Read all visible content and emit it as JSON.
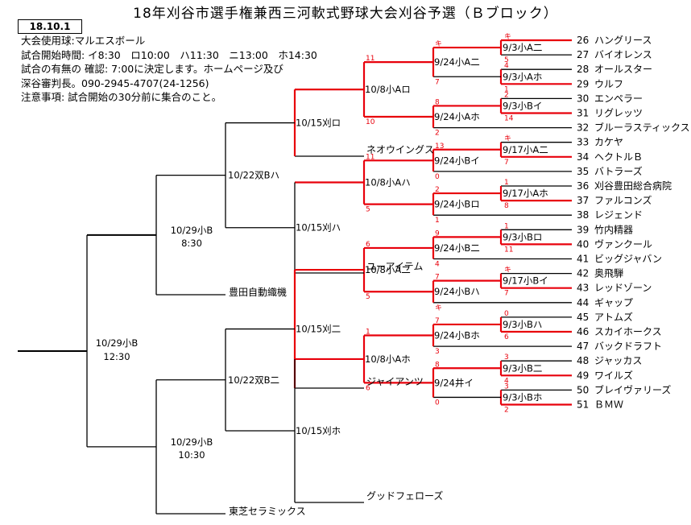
{
  "title": "18年刈谷市選手権兼西三河軟式野球大会刈谷予選（Ｂブロック）",
  "date_box": "18.10.1",
  "notes": [
    "大会使用球:マルエスボール",
    "試合開始時間: イ8:30　ロ10:00　ハ11:30　ニ13:00　ホ14:30",
    "試合の有無の 確認: 7:00に決定します。ホームページ及び",
    "深谷審判長。090-2945-4707(24-1256)",
    "注意事項: 試合開始の30分前に集合のこと。"
  ],
  "teams": [
    {
      "num": "26",
      "name": "ハングリース"
    },
    {
      "num": "27",
      "name": "バイオレンス"
    },
    {
      "num": "28",
      "name": "オールスター"
    },
    {
      "num": "29",
      "name": "ウルフ"
    },
    {
      "num": "30",
      "name": "エンペラー"
    },
    {
      "num": "31",
      "name": "リグレッツ"
    },
    {
      "num": "32",
      "name": "ブルーラスティックス"
    },
    {
      "num": "33",
      "name": "カケヤ"
    },
    {
      "num": "34",
      "name": "ヘクトルＢ"
    },
    {
      "num": "35",
      "name": "バトラーズ"
    },
    {
      "num": "36",
      "name": "刈谷豊田総合病院"
    },
    {
      "num": "37",
      "name": "ファルコンズ"
    },
    {
      "num": "38",
      "name": "レジェンド"
    },
    {
      "num": "39",
      "name": "竹内精器"
    },
    {
      "num": "40",
      "name": "ヴァンクール"
    },
    {
      "num": "41",
      "name": "ビッグジャバン"
    },
    {
      "num": "42",
      "name": "奥飛騨"
    },
    {
      "num": "43",
      "name": "レッドゾーン"
    },
    {
      "num": "44",
      "name": "ギャップ"
    },
    {
      "num": "45",
      "name": "アトムズ"
    },
    {
      "num": "46",
      "name": "スカイホークス"
    },
    {
      "num": "47",
      "name": "バックドラフト"
    },
    {
      "num": "48",
      "name": "ジャッカス"
    },
    {
      "num": "49",
      "name": "ワイルズ"
    },
    {
      "num": "50",
      "name": "ブレイヴァリーズ"
    },
    {
      "num": "51",
      "name": "ＢＭＷ"
    }
  ],
  "seeds": [
    "ネオウイングス",
    "ユーアイテム",
    "ジャイアンツ",
    "グッドフェローズ",
    "豊田自動織機",
    "東芝セラミックス"
  ],
  "games": {
    "r1": [
      "9/3小A二",
      "9/3小Aホ",
      "9/3小Bイ",
      "9/17小A二",
      "9/17小Aホ",
      "9/3小Bロ",
      "9/17小Bイ",
      "9/3小Bハ",
      "9/3小B二",
      "9/3小Bホ"
    ],
    "r2": [
      "9/24小A二",
      "9/24小Aホ",
      "9/24小Bイ",
      "9/24小Bロ",
      "9/24小B二",
      "9/24小Bハ",
      "9/24小Bホ",
      "9/24井イ"
    ],
    "r3": [
      "10/8小Aロ",
      "10/8小Aハ",
      "10/8小A二",
      "10/8小Aホ"
    ],
    "r4": [
      "10/15刈ロ",
      "10/15刈ハ",
      "10/15刈二",
      "10/15刈ホ"
    ],
    "r5": [
      "10/22双Bハ",
      "10/22双B二"
    ],
    "r6": [
      "10/29小B",
      "8:30",
      "10/29小B",
      "10:30"
    ],
    "final": [
      "10/29小B",
      "12:30"
    ]
  },
  "scores": {
    "r1": [
      [
        "キ",
        "5"
      ],
      [
        "4",
        "1"
      ],
      [
        "2",
        "14"
      ],
      [
        "キ",
        "7"
      ],
      [
        "1",
        "8"
      ],
      [
        "1",
        "11"
      ],
      [
        "キ",
        "7"
      ],
      [
        "0",
        "6"
      ],
      [
        "3",
        "4"
      ],
      [
        "3",
        "2"
      ]
    ],
    "r2": [
      [
        "キ",
        "7"
      ],
      [
        "8",
        "2"
      ],
      [
        "13",
        "0"
      ],
      [
        "2",
        "1"
      ],
      [
        "9",
        "4"
      ],
      [
        "7",
        "キ"
      ],
      [
        "7",
        "3"
      ],
      [
        "8",
        "0"
      ]
    ],
    "r3": [
      [
        "11",
        "10"
      ],
      [
        "11",
        "5"
      ],
      [
        "6",
        "5"
      ],
      [
        "1",
        "6"
      ]
    ]
  },
  "colors": {
    "win": "#e8000b",
    "line": "#000000"
  }
}
